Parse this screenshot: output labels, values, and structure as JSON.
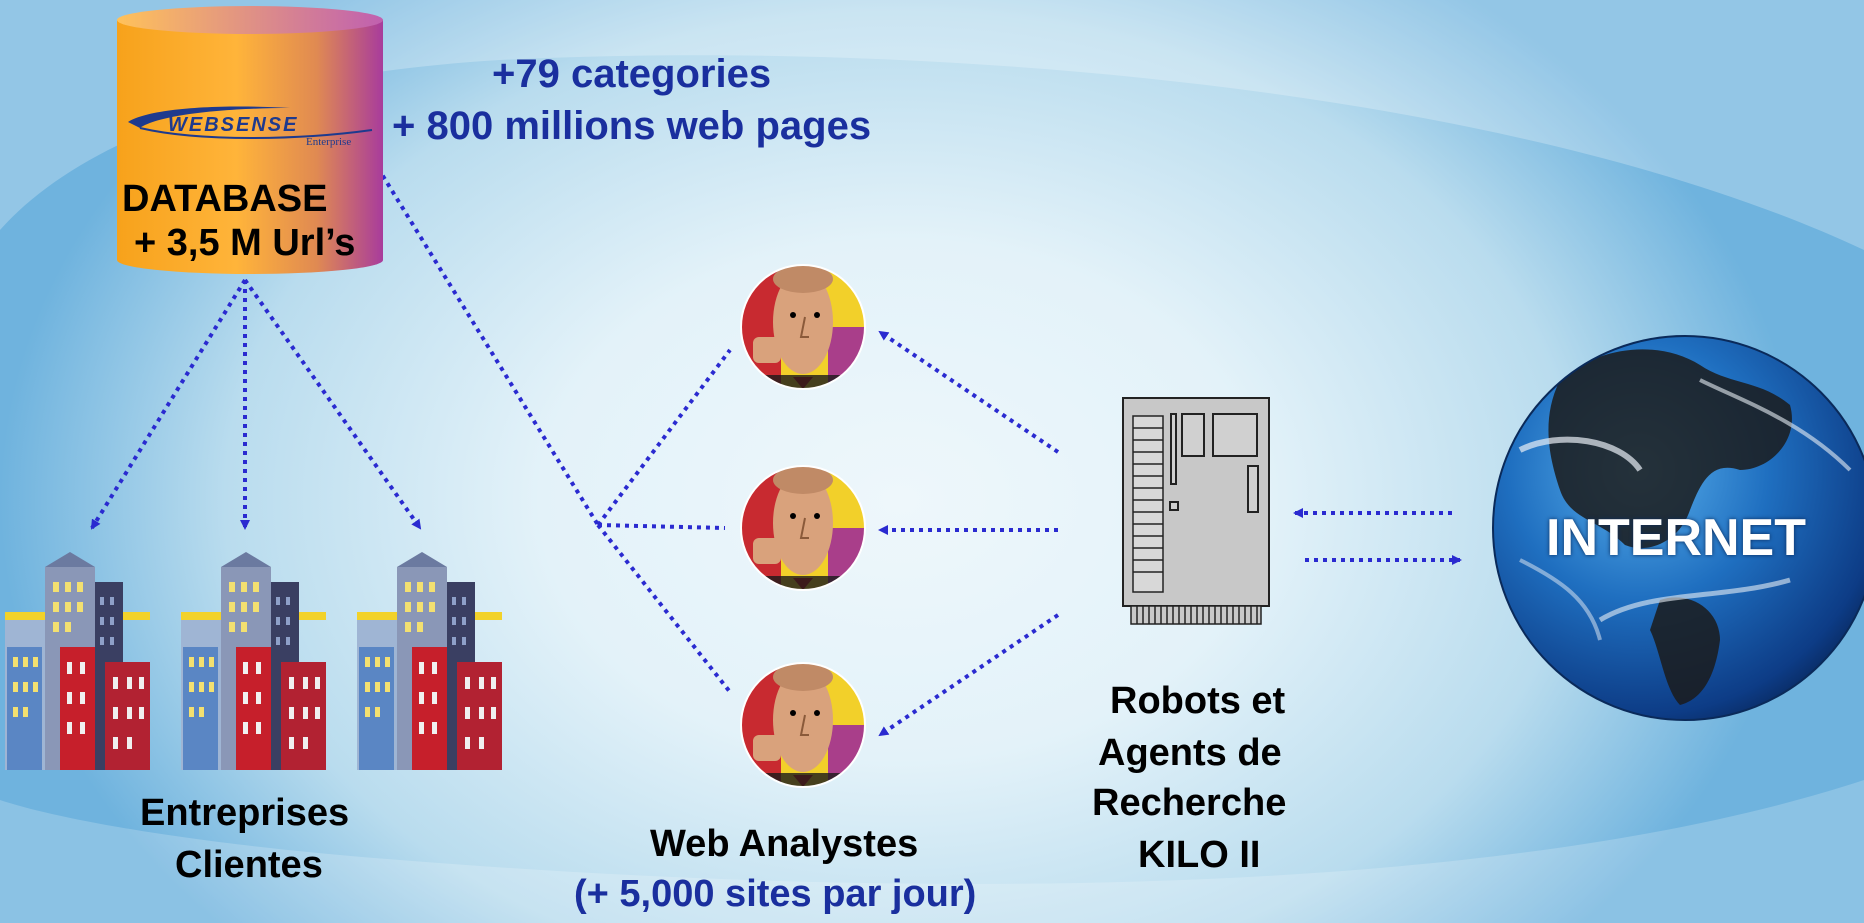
{
  "database": {
    "logo_text": "WEBSENSE",
    "logo_sub": "Enterprise",
    "line1": "DATABASE",
    "line2": "+ 3,5 M Url’s"
  },
  "stats": {
    "line1": "+79 categories",
    "line2": "+ 800 millions web pages"
  },
  "clients": {
    "line1": "Entreprises",
    "line2": "Clientes"
  },
  "analysts": {
    "line1": "Web Analystes",
    "line2": "(+ 5,000 sites par jour)"
  },
  "robots": {
    "line1": "Robots et",
    "line2": "Agents de",
    "line3": "Recherche",
    "line4": "KILO II"
  },
  "internet": {
    "label": "INTERNET"
  },
  "colors": {
    "arrow": "#2a2ad0",
    "title_blue": "#1a2f9e"
  }
}
